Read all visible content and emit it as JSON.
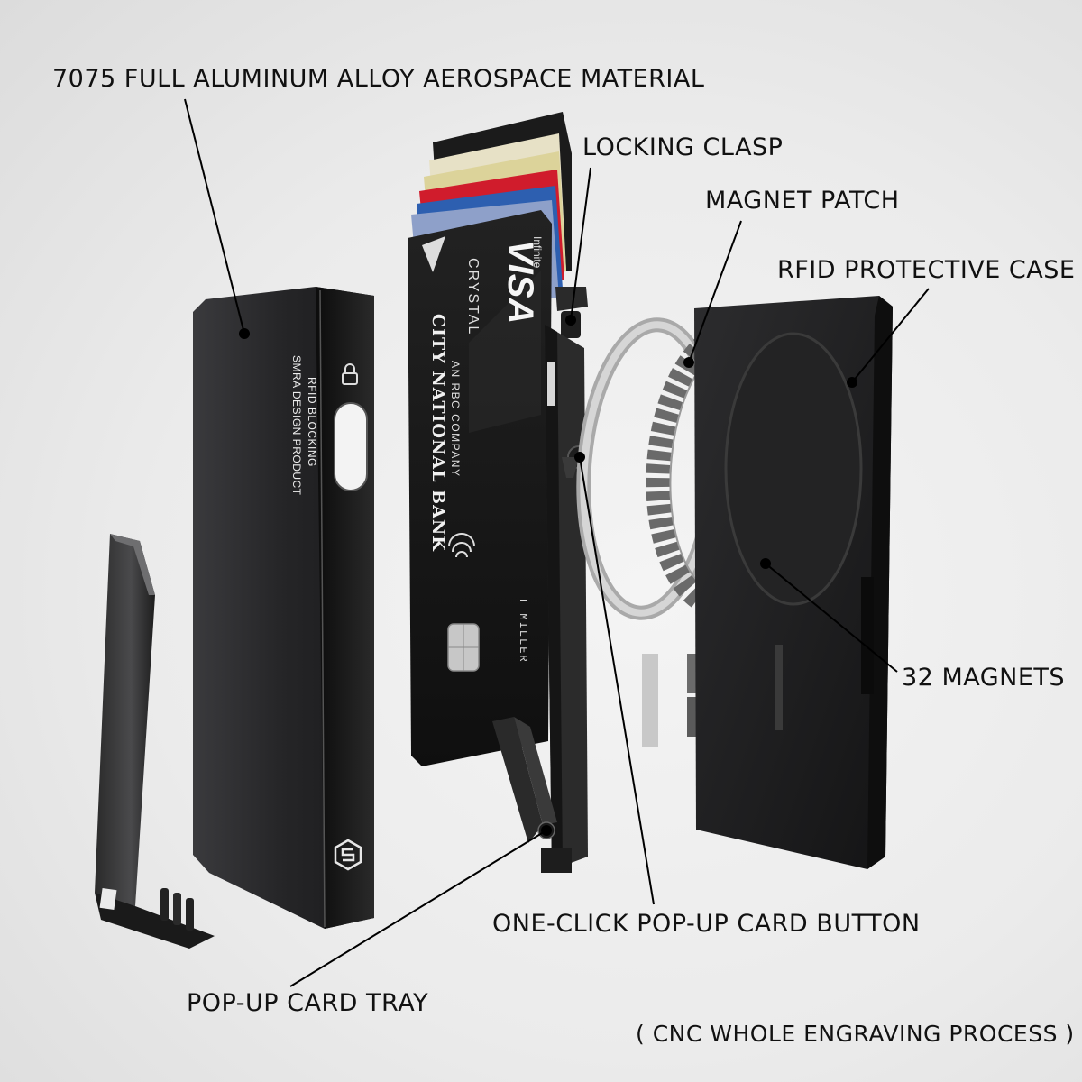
{
  "callouts": {
    "material": "7075 FULL ALUMINUM ALLOY AEROSPACE MATERIAL",
    "locking_clasp": "LOCKING CLASP",
    "magnet_patch": "MAGNET PATCH",
    "rfid_case": "RFID PROTECTIVE CASE",
    "magnets": "32 MAGNETS",
    "popup_button": "ONE-CLICK POP-UP CARD BUTTON",
    "card_tray": "POP-UP CARD TRAY",
    "process": "( CNC WHOLE ENGRAVING PROCESS )"
  },
  "wallet_text": {
    "line1": "RFID BLOCKING",
    "line2": "SMRA DESIGN PRODUCT"
  },
  "card_text": {
    "bank": "CITY NATIONAL BANK",
    "subsidiary": "AN RBC COMPANY",
    "tier": "CRYSTAL",
    "brand": "VISA",
    "brand_sub": "Infinite",
    "holder": "T MILLER"
  },
  "colors": {
    "wallet": "#1c1c1e",
    "card_black": "#151515",
    "card_red": "#d01c2c",
    "card_blue": "#2d5fb0",
    "ring_silver": "#b9b9b9",
    "magnets": "#6a6a6a",
    "leader_line": "#000000"
  }
}
